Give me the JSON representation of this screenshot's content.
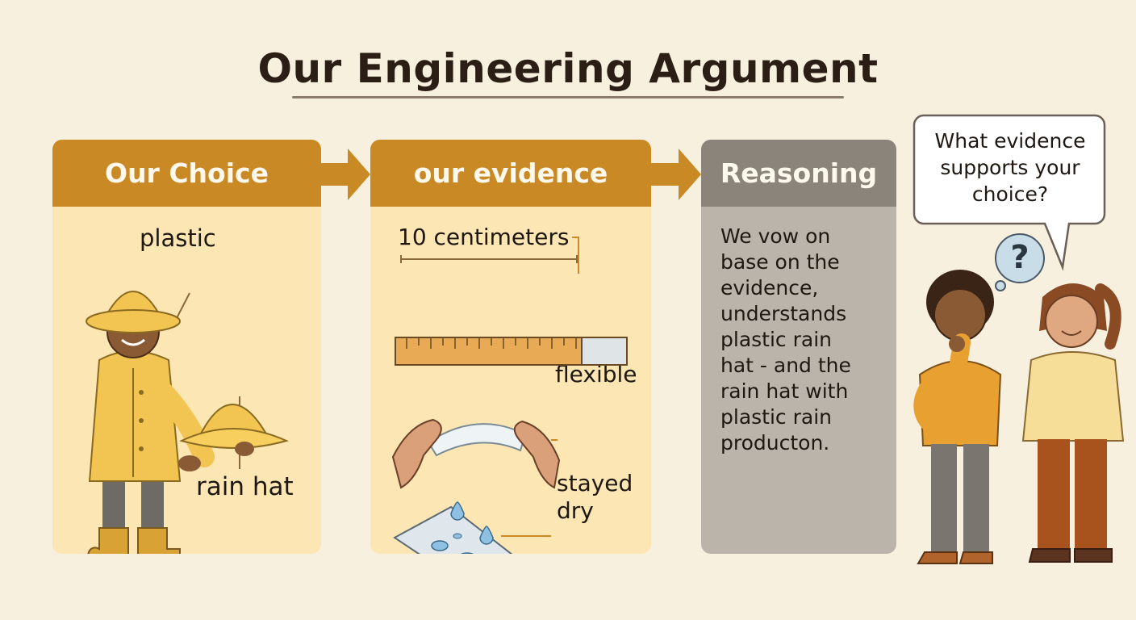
{
  "title": "Our Engineering Argument",
  "panels": {
    "choice": {
      "header": "Our Choice",
      "material_label": "plastic",
      "item_label": "rain hat"
    },
    "evidence": {
      "header": "our evidence",
      "measurement_label": "10 centimeters",
      "flexible_label": "flexible",
      "dry_label": "stayed\ndry"
    },
    "reasoning": {
      "header": "Reasoning",
      "text": "We vow on\nbase on  the\nevidence,\nunderstands\nplastic rain\nhat - and the\nrain hat with\nplastic rain\nproducton."
    }
  },
  "speech_bubble": {
    "text": "What evidence\nsupports your\nchoice?"
  },
  "thought_bubble": {
    "symbol": "?"
  },
  "colors": {
    "background": "#f8f0df",
    "gold_header": "#c98a26",
    "gray_header": "#8b847b",
    "cream_body": "#fbe6b4",
    "gray_body": "#bab4aa"
  }
}
